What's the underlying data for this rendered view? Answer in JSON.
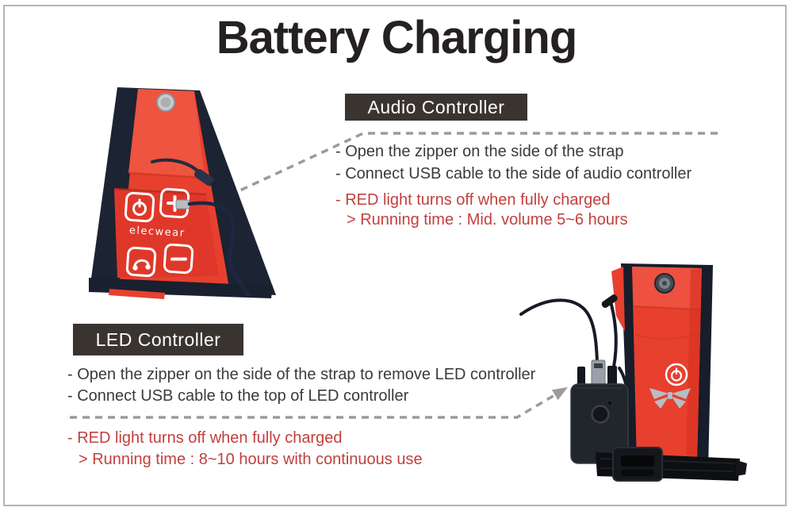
{
  "page": {
    "title": "Battery Charging"
  },
  "audio": {
    "header": "Audio Controller",
    "lines": [
      "- Open the zipper on the side of the strap",
      "- Connect USB cable to the side of audio controller",
      "- RED light turns off when fully charged",
      "> Running time : Mid. volume 5~6 hours"
    ]
  },
  "led": {
    "header": "LED Controller",
    "lines": [
      "- Open the zipper on the side of the strap to remove LED controller",
      "- Connect USB cable to the top of LED controller",
      "- RED light turns off when fully charged",
      "> Running time : 8~10 hours with continuous use"
    ]
  },
  "product": {
    "brand": "elecwear"
  },
  "colors": {
    "strap_red": "#e7402f",
    "strap_navy": "#1c2333",
    "header_bg": "#3a3430",
    "warning_red": "#c2403d",
    "text_dark": "#3b3b3b",
    "arrow_gray": "#9b9b9b",
    "frame_border": "#b5b5b5"
  }
}
